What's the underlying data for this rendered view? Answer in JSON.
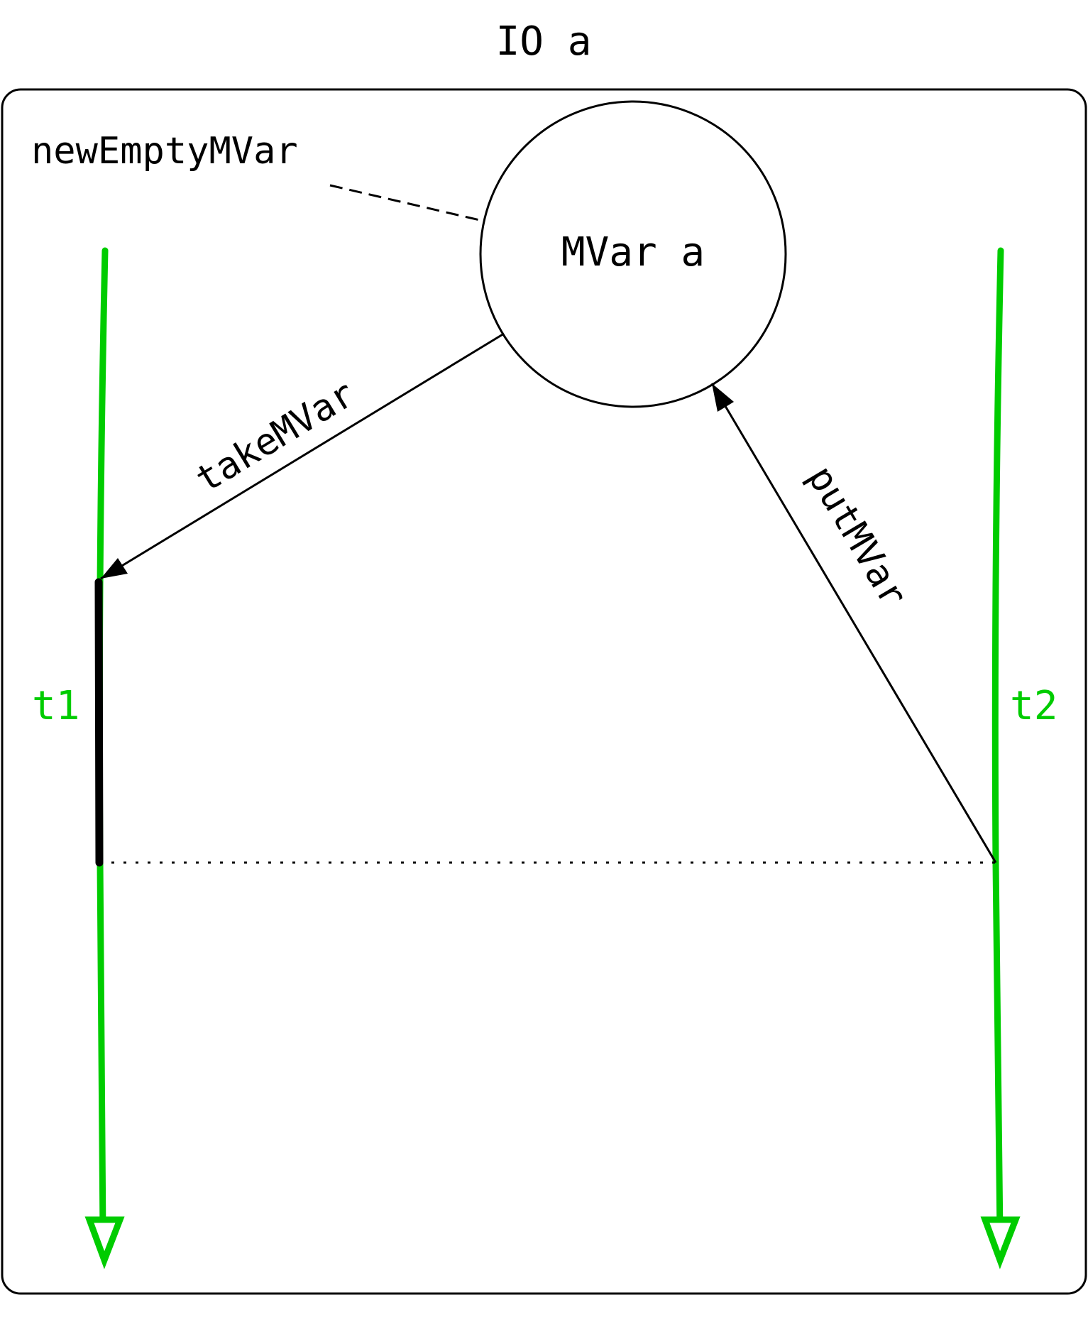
{
  "diagram": {
    "title": "IO a",
    "mvar_label": "MVar a",
    "new_label": "newEmptyMVar",
    "take_label": "takeMVar",
    "put_label": "putMVar",
    "thread1_label": "t1",
    "thread2_label": "t2"
  },
  "colors": {
    "thread": "#00cc00",
    "ink": "#000000",
    "background": "#ffffff"
  }
}
